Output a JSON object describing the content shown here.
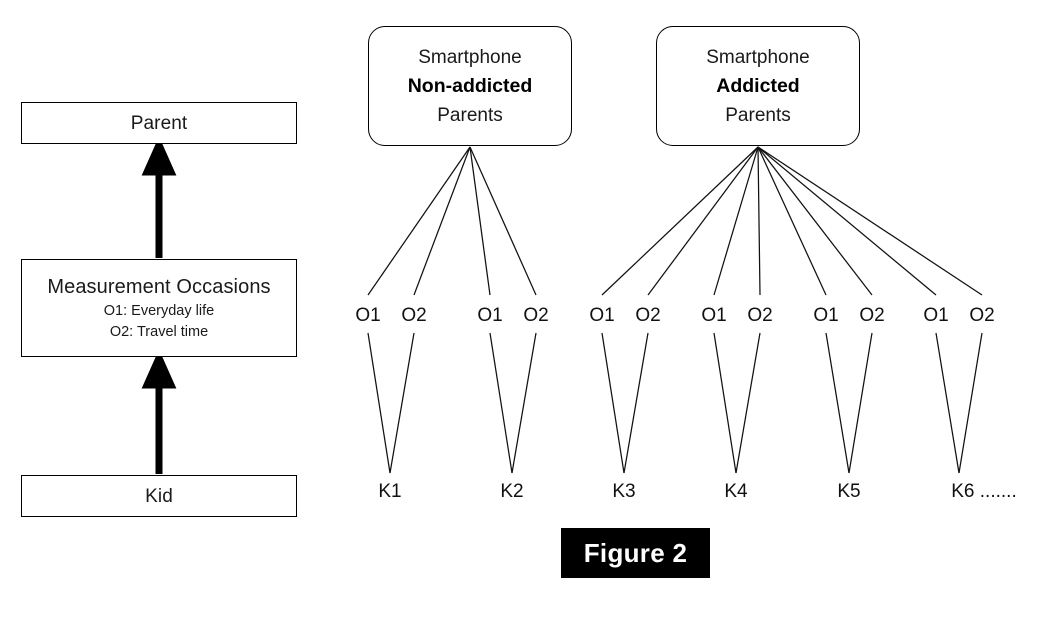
{
  "figure": {
    "caption": "Figure 2",
    "caption_bg": "#000000",
    "caption_fg": "#ffffff"
  },
  "legend_panel": {
    "boxes": [
      {
        "title": "Parent",
        "subs": []
      },
      {
        "title": "Measurement Occasions",
        "subs": [
          "O1: Everyday life",
          "O2: Travel time"
        ]
      },
      {
        "title": "Kid",
        "subs": []
      }
    ],
    "arrow_up_1": "arrow-up",
    "arrow_up_2": "arrow-up"
  },
  "groups": [
    {
      "line1": "Smartphone",
      "line2": "Non-addicted",
      "line3": "Parents"
    },
    {
      "line1": "Smartphone",
      "line2": "Addicted",
      "line3": "Parents"
    }
  ],
  "occasions": [
    {
      "label": "O1"
    },
    {
      "label": "O2"
    },
    {
      "label": "O1"
    },
    {
      "label": "O2"
    },
    {
      "label": "O1"
    },
    {
      "label": "O2"
    },
    {
      "label": "O1"
    },
    {
      "label": "O2"
    },
    {
      "label": "O1"
    },
    {
      "label": "O2"
    },
    {
      "label": "O1"
    },
    {
      "label": "O2"
    }
  ],
  "kids": [
    {
      "label": "K1"
    },
    {
      "label": "K2"
    },
    {
      "label": "K3"
    },
    {
      "label": "K4"
    },
    {
      "label": "K5"
    },
    {
      "label": "K6 ......."
    }
  ],
  "colors": {
    "stroke": "#000000",
    "background": "#ffffff",
    "text": "#111111"
  }
}
